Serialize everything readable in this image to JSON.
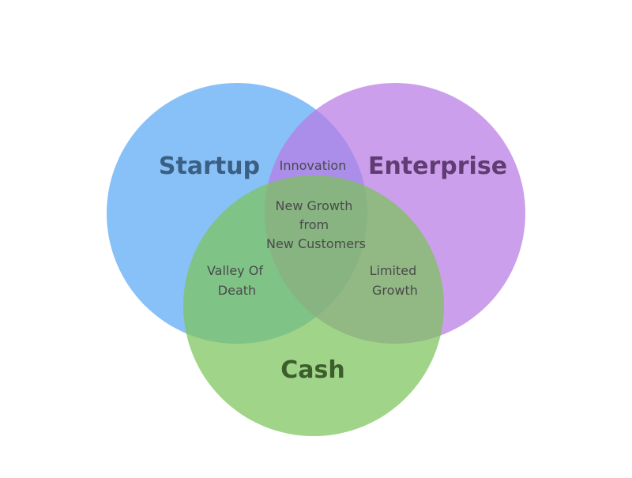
{
  "colors": {
    "startup": "#5aa7f5",
    "enterprise": "#b77ae3",
    "cash": "#7cc35a",
    "startup_text": "#3a5f83",
    "enterprise_text": "#5f3c72",
    "cash_text": "#3c5e2c",
    "region_text": "#4a4a4a"
  },
  "circles": {
    "startup": "Startup",
    "enterprise": "Enterprise",
    "cash": "Cash"
  },
  "regions": {
    "innovation": "Innovation",
    "center": [
      "New Growth",
      "from",
      "New Customers"
    ],
    "valley": [
      "Valley Of",
      "Death"
    ],
    "limited": [
      "Limited",
      "Growth"
    ]
  }
}
